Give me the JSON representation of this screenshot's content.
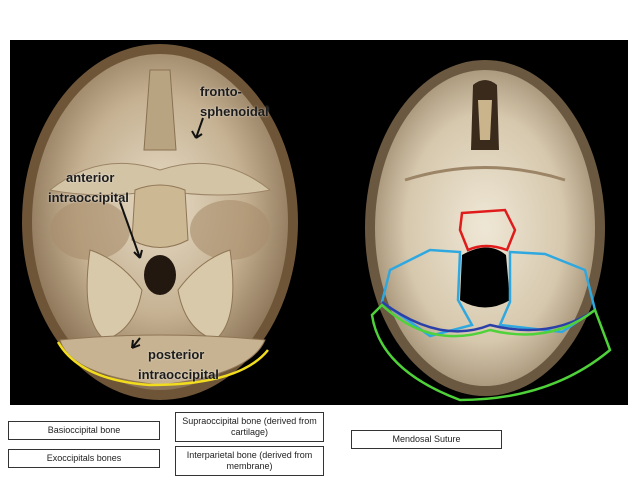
{
  "annotations": {
    "frontosphenoidal_line1": "fronto-",
    "frontosphenoidal_line2": "sphenoidal",
    "anterior_line1": "anterior",
    "anterior_line2": "intraoccipital",
    "posterior_line1": "posterior",
    "posterior_line2": "intraoccipital"
  },
  "legend": {
    "basioccipital": "Basioccipital bone",
    "exoccipitals": "Exoccipitals bones",
    "supraoccipital": "Supraoccipital bone (derived from cartilage)",
    "interparietal": "Interparietal bone (derived from membrane)",
    "mendosal": "Mendosal Suture"
  },
  "colors": {
    "posterior_suture": "#f2dc1e",
    "basioccipital_outline": "#e01b1b",
    "exoccipital_outline": "#2fa8e0",
    "supraoccipital_outline": "#2a3fa8",
    "interparietal_outline": "#4fd13a",
    "bone": "#c9b79a",
    "background": "#000000"
  }
}
